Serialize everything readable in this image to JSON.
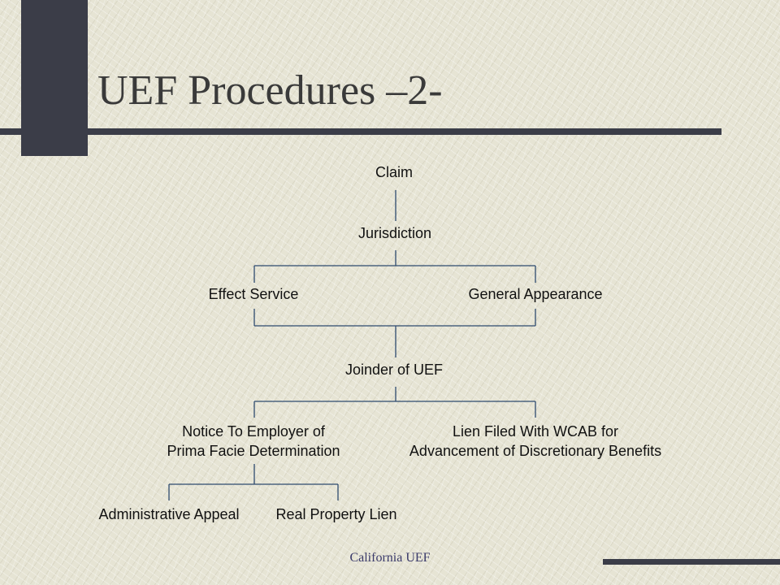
{
  "slide": {
    "title": "UEF Procedures –2-",
    "footer": "California UEF"
  },
  "diagram": {
    "claim": "Claim",
    "jurisdiction": "Jurisdiction",
    "effect_service": "Effect Service",
    "general_appearance": "General Appearance",
    "joinder": "Joinder of UEF",
    "notice_line1": "Notice To Employer of",
    "notice_line2": "Prima Facie Determination",
    "lien_line1": "Lien Filed With WCAB for",
    "lien_line2": "Advancement of Discretionary Benefits",
    "admin_appeal": "Administrative Appeal",
    "real_property_lien": "Real Property Lien"
  },
  "colors": {
    "bar": "#3b3d48",
    "connector": "#2e4a6e",
    "background": "#e6e4d4"
  }
}
